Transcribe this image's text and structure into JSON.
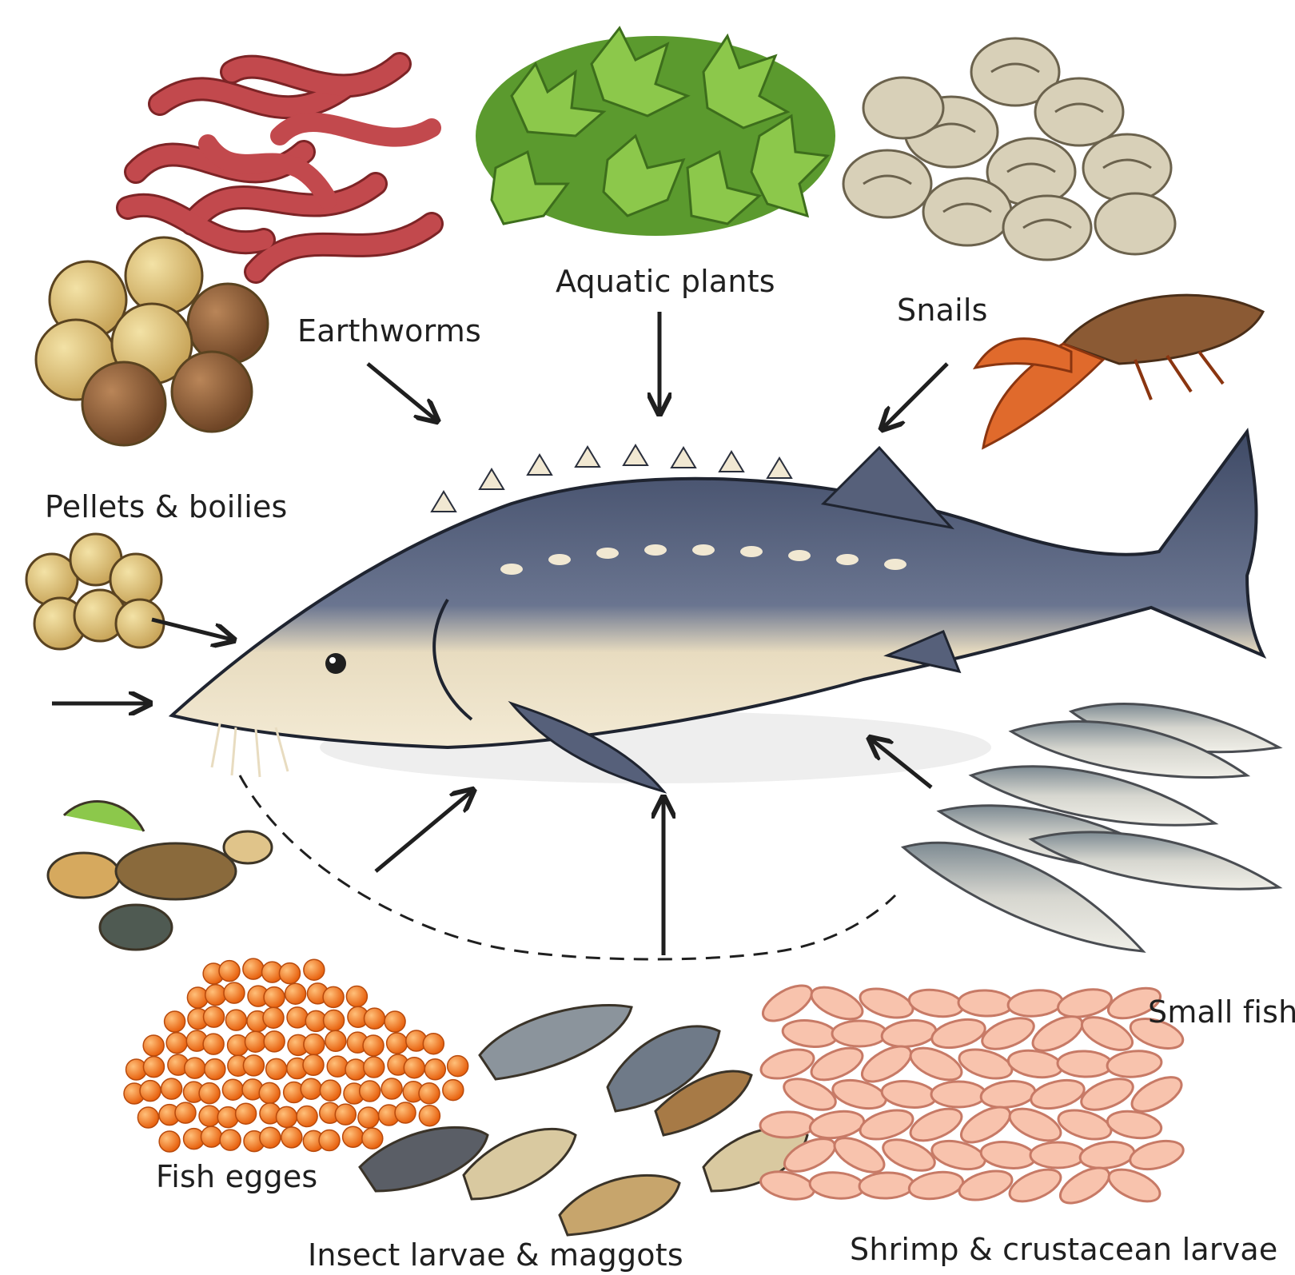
{
  "labels": {
    "aquatic_plants": "Aquatic plants",
    "earthworms": "Earthworms",
    "snails": "Snails",
    "pellets_boilies": "Pellets & boilies",
    "small_fish": "Small fish",
    "fish_eggs": "Fish egges",
    "insect_larvae": "Insect larvae & maggots",
    "shrimp": "Shrimp & crustacean larvae"
  },
  "colors": {
    "ink": "#1f1f1f",
    "worm": "#b8474b",
    "plant": "#7cb342",
    "snail": "#cfc7b0",
    "boilie_light": "#e6cf8a",
    "boilie_dark": "#8a5a34",
    "crayfish": "#e06a2c",
    "sturgeon_back": "#4a5672",
    "sturgeon_belly": "#e8dcc0",
    "roe": "#f07a1e",
    "shrimp": "#f6b7a0",
    "small_fish": "#b9b9b3",
    "larvae": "#7a7468"
  },
  "icons": [
    "arrow-icon",
    "dashed-arc"
  ]
}
